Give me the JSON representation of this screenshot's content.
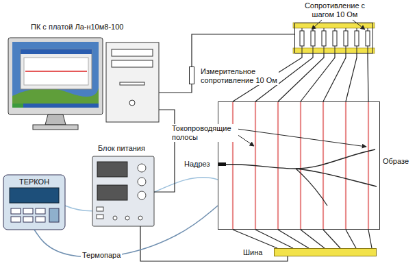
{
  "diagram": {
    "nodes": [
      {
        "text": [
          "ПК с платой Ла-н10м8-100"
        ]
      },
      {
        "text": [
          "Сопротивление с шагом 10 Ом"
        ]
      },
      {
        "text": [
          "Измерительное сопротивление 10 Ом"
        ]
      },
      {
        "text": [
          "Блок питания"
        ]
      },
      {
        "text": [
          "ТЕРКОН"
        ]
      },
      {
        "text": [
          "Токопроводящие полосы",
          "Надрез",
          "Образе"
        ]
      },
      {
        "text": [
          "Шина"
        ]
      }
    ],
    "edges": [
      {
        "from": 0,
        "to": 2,
        "arrow": "none"
      },
      {
        "from": 2,
        "to": 1,
        "arrow": "none"
      },
      {
        "from": 0,
        "to": 3,
        "arrow": "none"
      },
      {
        "from": 3,
        "to": 6,
        "arrow": "none"
      },
      {
        "from": 1,
        "to": 5,
        "arrow": "none"
      },
      {
        "from": 5,
        "to": 6,
        "arrow": "none"
      },
      {
        "from": 4,
        "to": 5,
        "arrow": "none",
        "label": "Термопара"
      }
    ]
  }
}
